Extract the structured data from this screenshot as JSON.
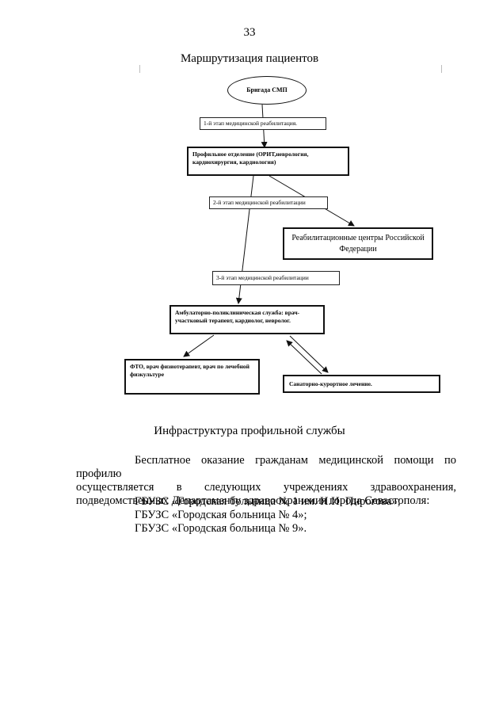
{
  "page": {
    "number": "33",
    "title": "Маршрутизация пациентов"
  },
  "flowchart": {
    "start": "Бригада СМП",
    "stage1": "1-й этап медицинской реабилитация.",
    "profile_department": "Профильное отделение (ОРИТ,неврология, кардиохирургия, кардиология)",
    "stage2": "2-й этап медицинской реабилитации",
    "rehab_centers": "Реабилитационные центры Российской Федерации",
    "stage3": "3-й этап медицинской реабилитации",
    "outpatient": "Амбулаторно-поликлиническая служба: врач-участковый терапевт, кардиолог, невролог.",
    "physio": "ФТО, врач физиотерапевт, врач по лечебной физкультуре",
    "sanatorium": "Санаторно-курортное лечение."
  },
  "infrastructure": {
    "title": "Инфраструктура профильной службы",
    "paragraph_line1": "Бесплатное оказание гражданам медицинской помощи по профилю",
    "paragraph_line2": "осуществляется в следующих учреждениях здравоохранения,",
    "paragraph_line3": "подведомственных Департаменту здравоохранения города Севастополя:",
    "hospitals": [
      "ГБУЗС «Городская больница № 1 им. Н.И. Пирогова»;",
      "ГБУЗС «Городская больница № 4»;",
      "ГБУЗС «Городская больница № 9»."
    ]
  }
}
